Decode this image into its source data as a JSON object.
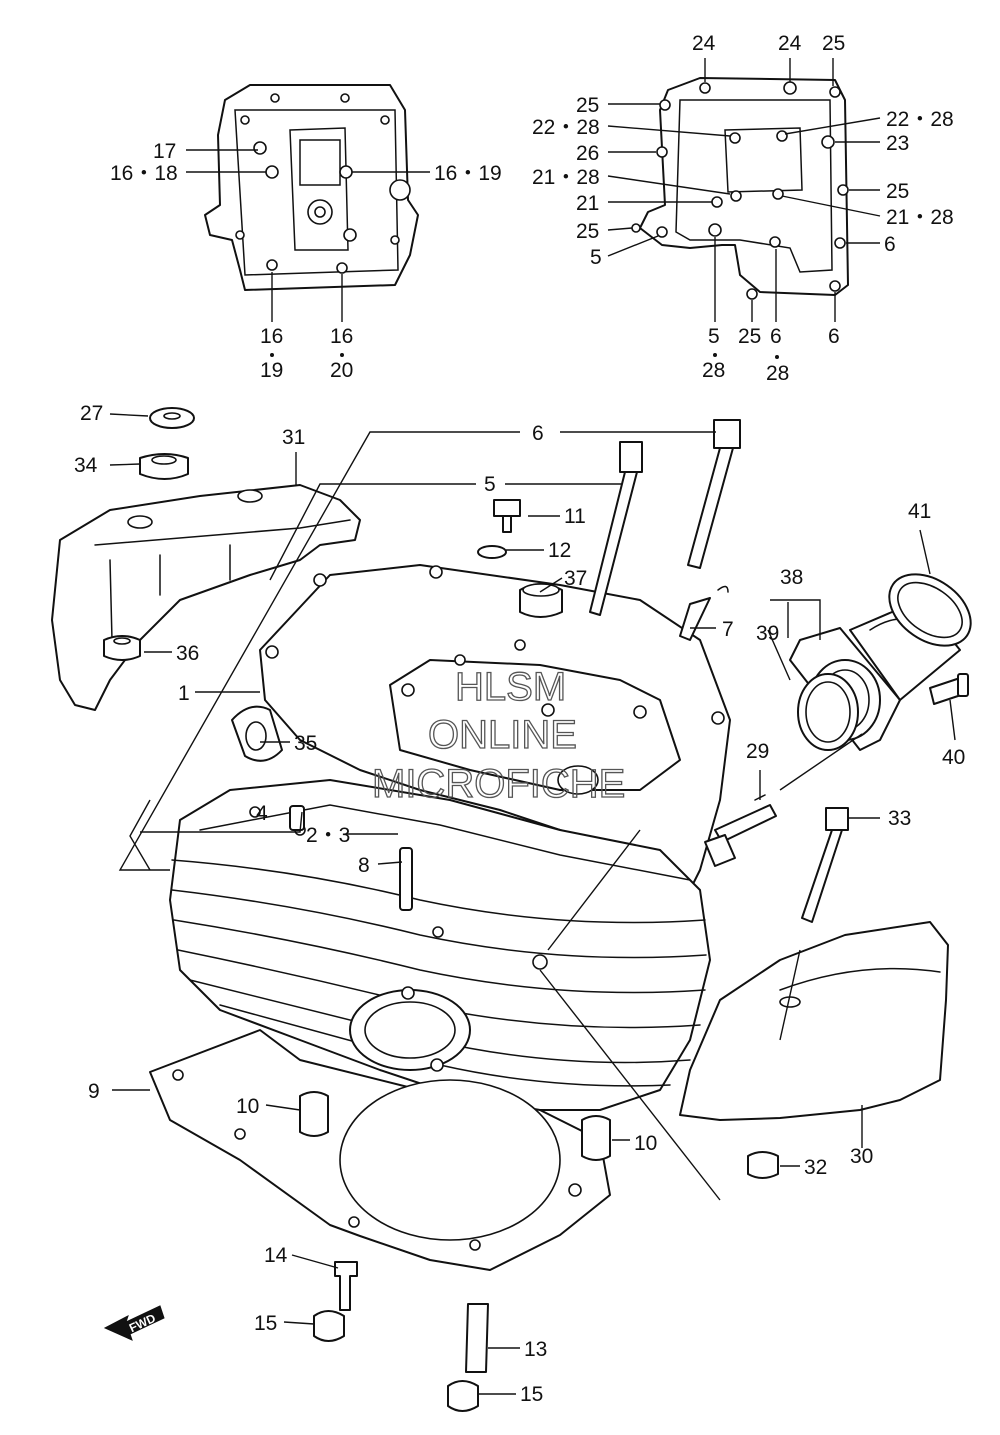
{
  "diagram": {
    "labels": {
      "l1": "1",
      "l4": "4",
      "l2_3": "2・3",
      "l5": "5",
      "l6": "6",
      "l7": "7",
      "l8": "8",
      "l9": "9",
      "l10a": "10",
      "l10b": "10",
      "l11": "11",
      "l12": "12",
      "l13": "13",
      "l14": "14",
      "l15a": "15",
      "l15b": "15",
      "l27": "27",
      "l29": "29",
      "l30": "30",
      "l31": "31",
      "l32": "32",
      "l33": "33",
      "l34": "34",
      "l35": "35",
      "l36": "36",
      "l37": "37",
      "l38": "38",
      "l39": "39",
      "l40": "40",
      "l41": "41"
    },
    "inset_left": {
      "l17": "17",
      "l16_18": "16・18",
      "l16_19": "16・19",
      "l16a_top": "16",
      "l19_bottom": "19",
      "l16b_top": "16",
      "l20_bottom": "20"
    },
    "inset_right": {
      "l24a": "24",
      "l24b": "24",
      "l25_top": "25",
      "l25_l1": "25",
      "l22_28_l": "22・28",
      "l22_28_r": "22・28",
      "l23": "23",
      "l26": "26",
      "l21_28_l": "21・28",
      "l25_r": "25",
      "l21": "21",
      "l21_28_r": "21・28",
      "l25_l2": "25",
      "l6_r": "6",
      "l5_l": "5",
      "l5_b": "5",
      "l28_b1": "28",
      "l25_b": "25",
      "l6_b1": "6",
      "l28_b2": "28",
      "l6_b2": "6"
    },
    "watermark": [
      "HLSM",
      "ONLINE",
      "MICROFICHE"
    ],
    "fwd_label": "FWD"
  }
}
